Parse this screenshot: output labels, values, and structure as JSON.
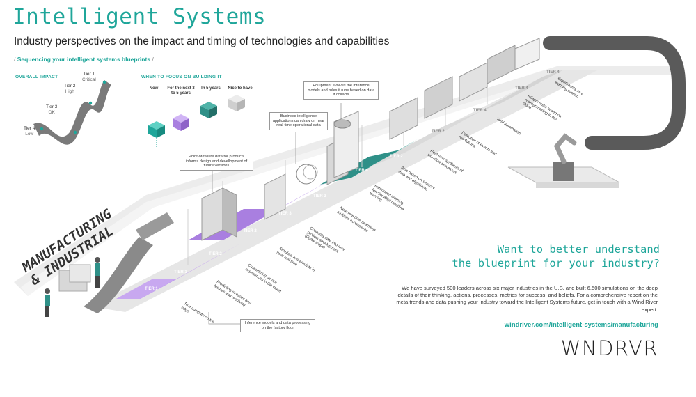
{
  "header": {
    "title": "Intelligent Systems",
    "subtitle": "Industry perspectives on the impact and timing of technologies and capabilities",
    "sequencing": "Sequencing your intelligent systems blueprints"
  },
  "overall_impact": {
    "heading": "OVERALL IMPACT",
    "tiers": [
      {
        "name": "Tier 1",
        "level": "Critical"
      },
      {
        "name": "Tier 2",
        "level": "High"
      },
      {
        "name": "Tier 3",
        "level": "OK"
      },
      {
        "name": "Tier 4",
        "level": "Low"
      }
    ]
  },
  "focus": {
    "heading": "WHEN TO FOCUS ON BUILDING IT",
    "items": [
      {
        "label": "Now",
        "color": "#1fa69a"
      },
      {
        "label": "For the next 3 to 5 years",
        "color": "#a97fe0"
      },
      {
        "label": "In 5 years",
        "color": "#2f9088"
      },
      {
        "label": "Nice to have",
        "color": "#cfcfcf"
      }
    ]
  },
  "industry": {
    "line1": "MANUFACTURING",
    "line2": "& INDUSTRIAL"
  },
  "stages": [
    "True compute on the edge",
    "Predicting stresses and failures and resolving",
    "Customizing device experiences in the cloud",
    "Simulate and emulate in near real time",
    "Connects data into new product development (digital loops)",
    "Near real-time seamless multisite ecosystems",
    "Automated learning functionality/ machine learning",
    "Acts based on sensory data and algorithms",
    "Real-time synthesis of workflow processes",
    "Detection of events and resolutions",
    "Total automation",
    "Adapts tasks based on reprogramming in the cloud",
    "Experiments as a learning system"
  ],
  "callouts": {
    "factory_floor": "Inference models and data processing on the factory floor",
    "point_of_failure": "Point-of-failure data for products informs design and devellopment of future versions",
    "business_intelligence": "Business intelligence applications can draw on near real-time operational data",
    "equipment": "Equipment evolves the inference models and rules it runs based on data it collects"
  },
  "cta": {
    "title_line1": "Want to better understand",
    "title_line2": "the blueprint for your industry?",
    "body": "We have surveyed 500 leaders across six major industries in the U.S. and built 6,500 simulations on the deep details of their thinking, actions, processes, metrics for success, and beliefs. For a comprehensive report on the meta trends and data pushing your industry toward the Intelligent Systems future, get in touch with a Wind River expert.",
    "link": "windriver.com/intelligent-systems/manufacturing",
    "logo": "WNDRVR"
  },
  "colors": {
    "teal": "#1fa69a",
    "purple": "#a97fe0",
    "dark_teal": "#2f9088",
    "gray": "#cfcfcf"
  }
}
